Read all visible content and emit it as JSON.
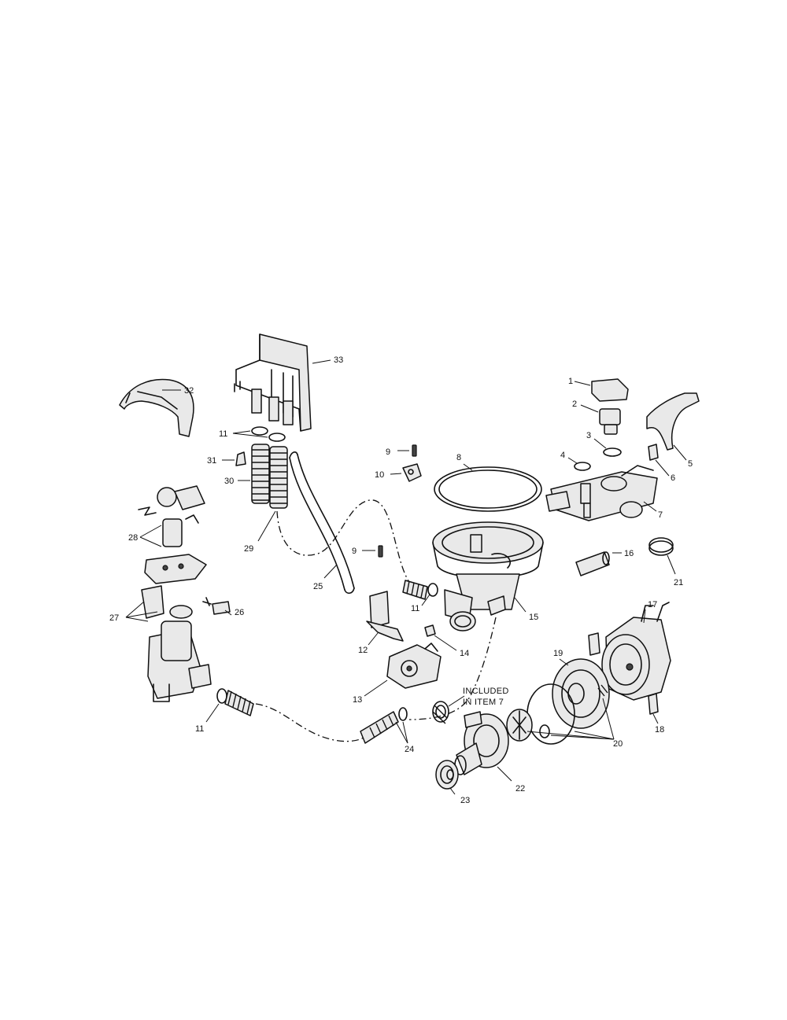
{
  "callouts": {
    "c1": "1",
    "c2": "2",
    "c3": "3",
    "c4": "4",
    "c5": "5",
    "c6": "6",
    "c7": "7",
    "c8": "8",
    "c9a": "9",
    "c9b": "9",
    "c10": "10",
    "c11a": "11",
    "c11b": "11",
    "c11c": "11",
    "c12": "12",
    "c13": "13",
    "c14": "14",
    "c15": "15",
    "c16": "16",
    "c17": "17",
    "c18": "18",
    "c19": "19",
    "c20": "20",
    "c21": "21",
    "c22": "22",
    "c23": "23",
    "c24": "24",
    "c25": "25",
    "c26": "26",
    "c27": "27",
    "c28": "28",
    "c29": "29",
    "c30": "30",
    "c31": "31",
    "c32": "32",
    "c33": "33"
  },
  "note": {
    "line1": "INCLUDED",
    "line2": "IN ITEM 7"
  }
}
